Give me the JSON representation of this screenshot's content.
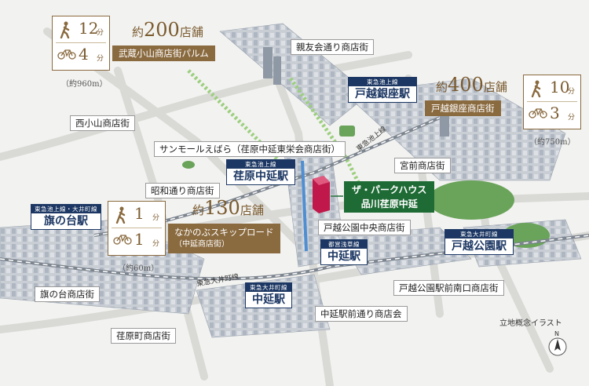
{
  "stations": [
    {
      "id": "hatanodai",
      "line": "東急池上線・大井町線",
      "name": "旗の台駅"
    },
    {
      "id": "togoshiginza",
      "line": "東急池上線",
      "name": "戸越銀座駅"
    },
    {
      "id": "ebaranakanobu",
      "line": "東急池上線",
      "name": "荏原中延駅"
    },
    {
      "id": "togoshikoen",
      "line": "東急大井町線",
      "name": "戸越公園駅"
    },
    {
      "id": "nakanobu_asakusa",
      "line": "都営浅草線",
      "name": "中延駅"
    },
    {
      "id": "nakanobu_oimachi",
      "line": "東急大井町線",
      "name": "中延駅"
    }
  ],
  "streets": [
    {
      "id": "shinyukai",
      "text": "親友会通り商店街"
    },
    {
      "id": "nishikoyama",
      "text": "西小山商店街"
    },
    {
      "id": "sunmall",
      "text": "サンモールえばら（荏原中延東栄会商店街）"
    },
    {
      "id": "miyamae",
      "text": "宮前商店街"
    },
    {
      "id": "showa",
      "text": "昭和通り商店街"
    },
    {
      "id": "togoshikoenchuo",
      "text": "戸越公園中央商店街"
    },
    {
      "id": "hatanodaishoten",
      "text": "旗の台商店街"
    },
    {
      "id": "togoshikoensouth",
      "text": "戸越公園駅前南口商店街"
    },
    {
      "id": "nakanobumae",
      "text": "中延駅前通り商店会"
    },
    {
      "id": "ebaramachi",
      "text": "荏原町商店街"
    }
  ],
  "shopping": [
    {
      "id": "musashikoyama",
      "name": "武蔵小山商店街パルム",
      "count": "200",
      "unit": "店舗",
      "approx": "約"
    },
    {
      "id": "togoshiginza",
      "name": "戸越銀座商店街",
      "count": "400",
      "unit": "店舗",
      "approx": "約"
    },
    {
      "id": "skiproad",
      "name": "なかのぶスキップロード",
      "sub": "（中延商店街）",
      "count": "130",
      "unit": "店舗",
      "approx": "約"
    }
  ],
  "times": [
    {
      "id": "musashikoyama",
      "walk": "12",
      "bike": "4",
      "unit": "分",
      "distance": "（約960m）"
    },
    {
      "id": "togoshiginza",
      "walk": "10",
      "bike": "3",
      "unit": "分",
      "distance": "（約750m）"
    },
    {
      "id": "skiproad",
      "walk": "1",
      "bike": "1",
      "unit": "分",
      "distance": "（約60m）"
    }
  ],
  "property": {
    "line1": "ザ・パークハウス",
    "line2": "品川荏原中延"
  },
  "railways": {
    "ikegami": "東急池上線",
    "oimachi": "東急大井町線"
  },
  "note": "立地概念イラスト",
  "compass": "N",
  "colors": {
    "station": "#1c3763",
    "shop": "#8a6a3f",
    "property": "#1f6b35",
    "accent_red": "#c0184a"
  }
}
